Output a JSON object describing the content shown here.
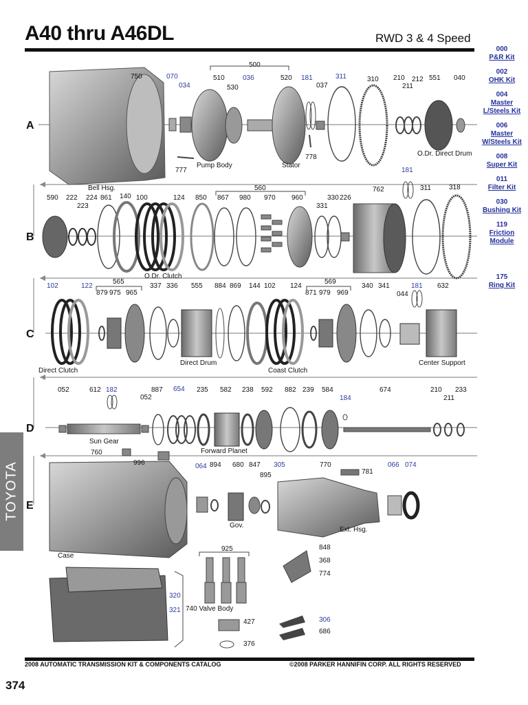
{
  "header": {
    "title": "A40 thru A46DL",
    "subtitle": "RWD 3 & 4 Speed"
  },
  "kits": [
    {
      "code": "000",
      "name": "P&R Kit"
    },
    {
      "code": "002",
      "name": "OHK Kit"
    },
    {
      "code": "004",
      "name": "Master L/Steels Kit"
    },
    {
      "code": "006",
      "name": "Master W/Steels Kit"
    },
    {
      "code": "008",
      "name": "Super Kit"
    },
    {
      "code": "011",
      "name": "Filter Kit"
    },
    {
      "code": "030",
      "name": "Bushing Kit"
    },
    {
      "code": "119",
      "name": "Friction Module"
    },
    {
      "code": "175",
      "name": "Ring Kit"
    }
  ],
  "side_tab": "TOYOTA",
  "rows": [
    "A",
    "B",
    "C",
    "D",
    "E"
  ],
  "labels": {
    "a": [
      "750",
      "070",
      "034",
      "500",
      "510",
      "036",
      "530",
      "520",
      "181",
      "037",
      "311",
      "310",
      "210",
      "211",
      "212",
      "551",
      "040",
      "777",
      "778"
    ],
    "a_blue": [
      "070",
      "034",
      "036",
      "181",
      "311"
    ],
    "b": [
      "590",
      "222",
      "223",
      "224",
      "861",
      "140",
      "100",
      "124",
      "560",
      "850",
      "867",
      "980",
      "970",
      "960",
      "331",
      "330",
      "226",
      "762",
      "181",
      "311",
      "318"
    ],
    "c": [
      "102",
      "122",
      "565",
      "879",
      "975",
      "965",
      "337",
      "336",
      "555",
      "884",
      "869",
      "144",
      "102",
      "124",
      "569",
      "871",
      "979",
      "969",
      "340",
      "341",
      "181",
      "632",
      "044"
    ],
    "d": [
      "052",
      "612",
      "182",
      "052",
      "887",
      "654",
      "235",
      "582",
      "238",
      "592",
      "882",
      "239",
      "584",
      "184",
      "674",
      "210",
      "211",
      "233"
    ],
    "e": [
      "760",
      "996",
      "064",
      "894",
      "680",
      "847",
      "895",
      "305",
      "770",
      "781",
      "066",
      "074",
      "925",
      "848",
      "368",
      "774",
      "320",
      "321",
      "427",
      "376",
      "306",
      "686"
    ]
  },
  "captions": {
    "bell": "Bell Hsg.",
    "pump": "Pump Body",
    "stator": "Stator",
    "odr_drum": "O.Dr. Direct Drum",
    "odr_clutch": "O.Dr. Clutch",
    "direct_clutch": "Direct Clutch",
    "direct_drum": "Direct Drum",
    "coast": "Coast Clutch",
    "center": "Center Support",
    "sun": "Sun Gear",
    "fwd": "Forward Planet",
    "case": "Case",
    "gov": "Gov.",
    "ext": "Ext. Hsg.",
    "valve": "740 Valve Body"
  },
  "footer": {
    "left": "2008 AUTOMATIC TRANSMISSION KIT & COMPONENTS CATALOG",
    "right": "©2008 PARKER HANNIFIN CORP. ALL RIGHTS RESERVED",
    "page": "374"
  }
}
